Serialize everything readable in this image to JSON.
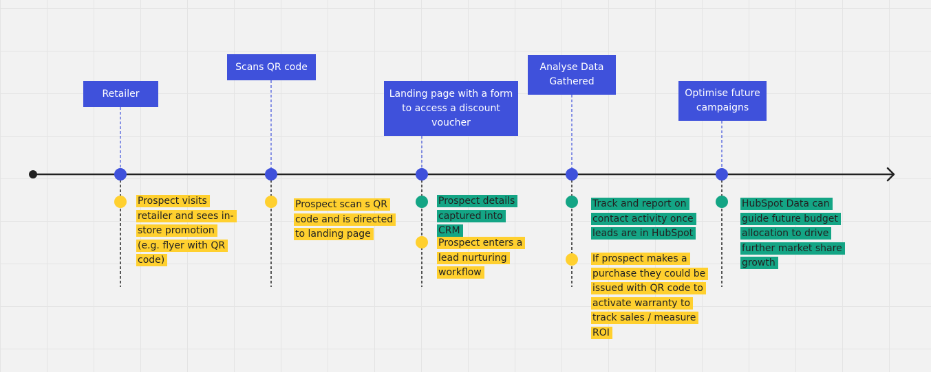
{
  "colors": {
    "box_fill": "#3f51db",
    "box_text": "#ffffff",
    "node_fill": "#3f51db",
    "yellow_note": "#ffd02f",
    "green_note": "#14a585",
    "axis": "#222222"
  },
  "steps": [
    {
      "title": "Retailer",
      "notes": [
        {
          "color": "yellow",
          "text": "Prospect visits retailer and sees in-store promotion (e.g. flyer with QR code)"
        }
      ]
    },
    {
      "title": "Scans QR code",
      "notes": [
        {
          "color": "yellow",
          "text": "Prospect scan s QR code and is directed to landing page"
        }
      ]
    },
    {
      "title": "Landing page with a form to access a discount voucher",
      "notes": [
        {
          "color": "green",
          "text": "Prospect details captured into CRM"
        },
        {
          "color": "yellow",
          "text": "Prospect enters a lead nurturing workflow"
        }
      ]
    },
    {
      "title": "Analyse Data Gathered",
      "notes": [
        {
          "color": "green",
          "text": "Track and report on contact activity once leads are in HubSpot"
        },
        {
          "color": "yellow",
          "text": "If prospect makes a purchase they could be issued with QR code to activate warranty to track sales / measure ROI"
        }
      ]
    },
    {
      "title": "Optimise future campaigns",
      "notes": [
        {
          "color": "green",
          "text": "HubSpot Data can guide future budget allocation to drive further market share growth"
        }
      ]
    }
  ]
}
